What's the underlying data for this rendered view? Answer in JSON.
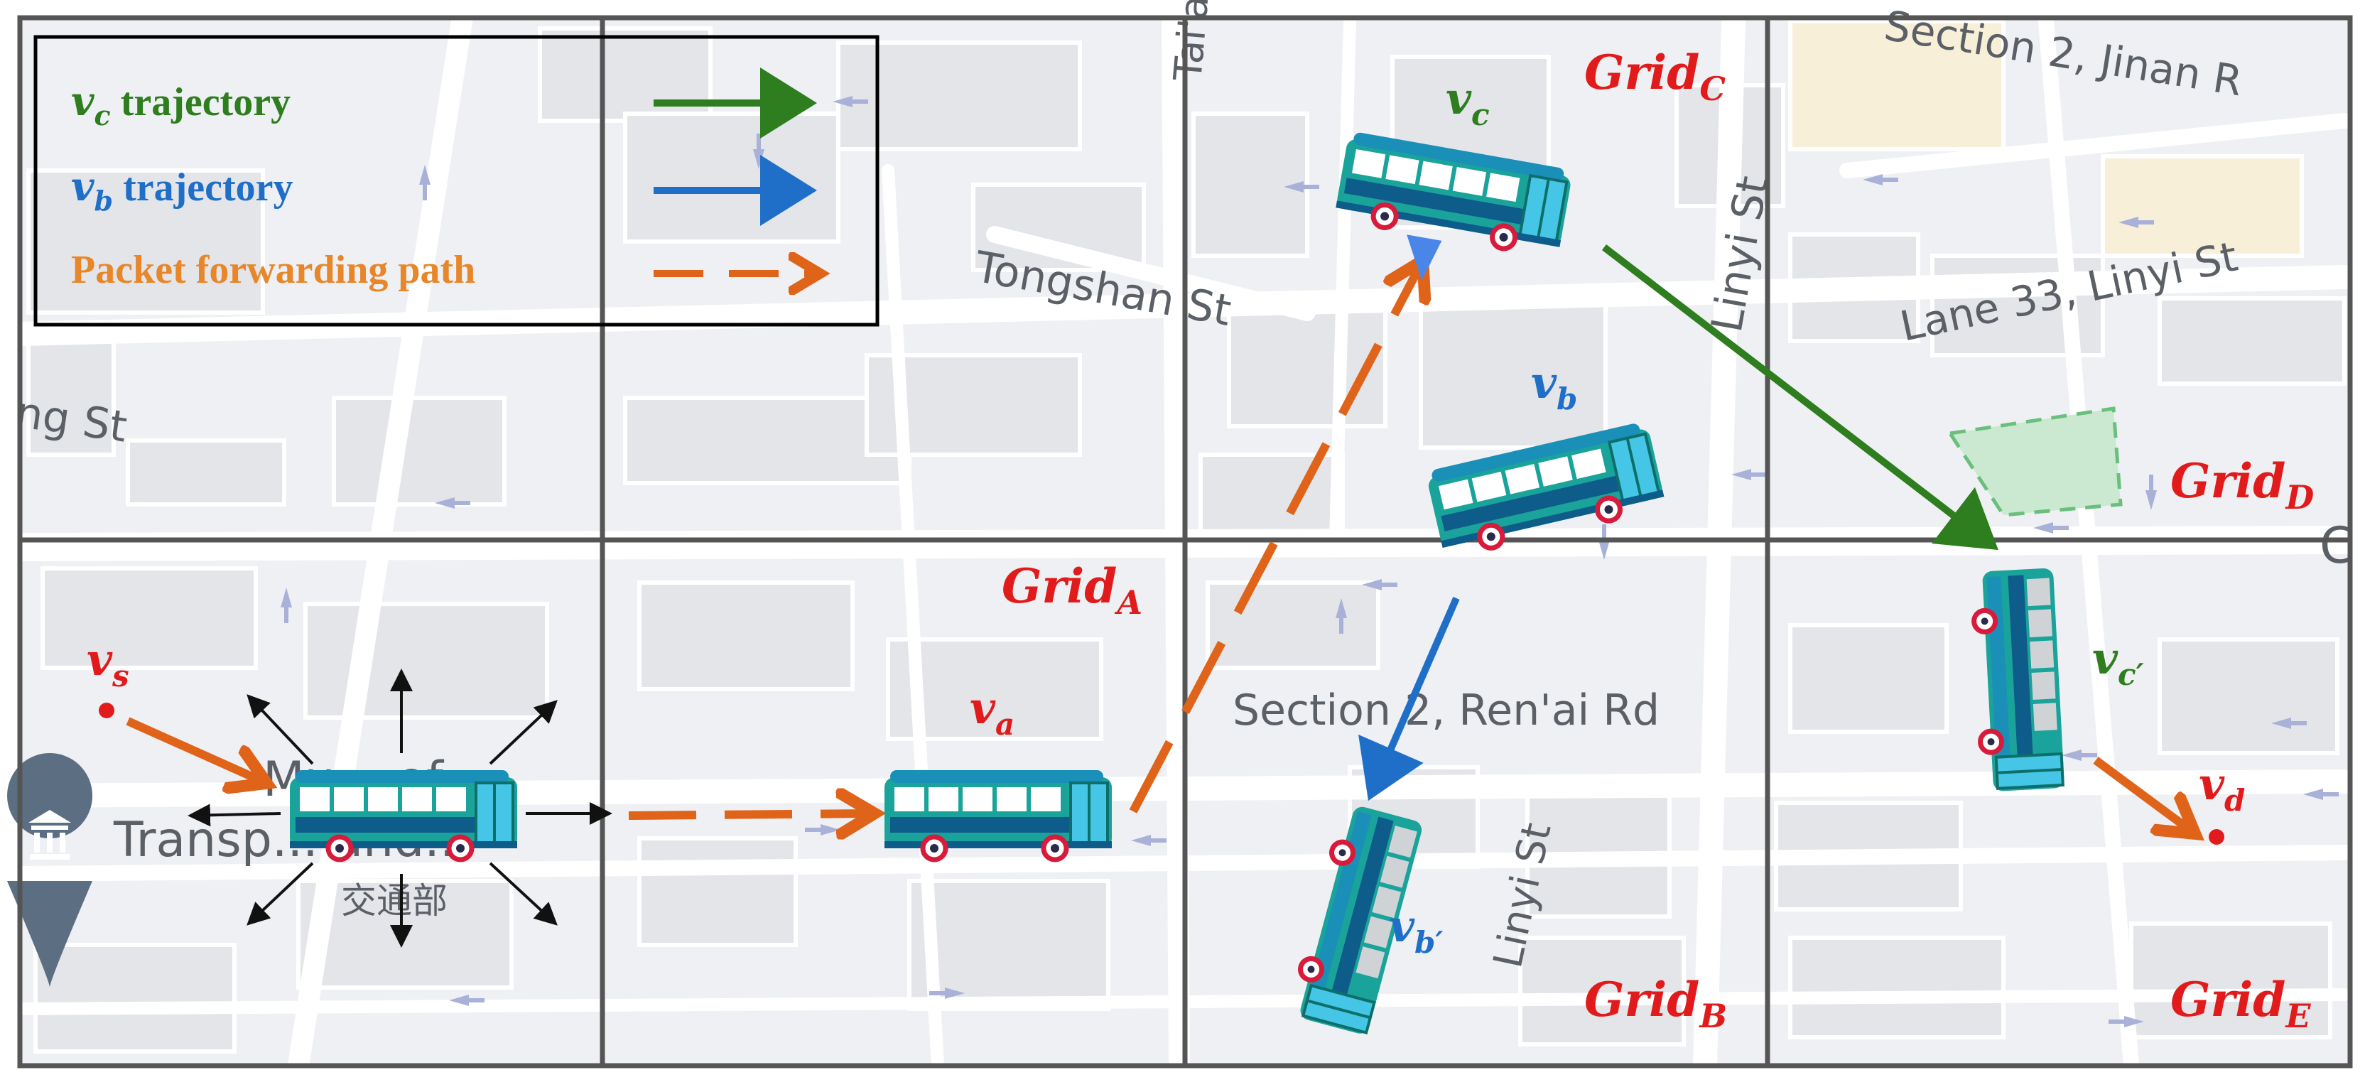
{
  "legend": {
    "vc_symbol": "v",
    "vc_sub": "c",
    "vc_text": "trajectory",
    "vb_symbol": "v",
    "vb_sub": "b",
    "vb_text": "trajectory",
    "packet_text": "Packet forwarding path"
  },
  "grids": {
    "prefix": "Grid",
    "a_sub": "A",
    "b_sub": "B",
    "c_sub": "C",
    "d_sub": "D",
    "e_sub": "E"
  },
  "vehicles": {
    "vs": {
      "sym": "v",
      "sub": "s"
    },
    "va": {
      "sym": "v",
      "sub": "a"
    },
    "vb": {
      "sym": "v",
      "sub": "b"
    },
    "vbp": {
      "sym": "v",
      "sub": "b′"
    },
    "vc": {
      "sym": "v",
      "sub": "c"
    },
    "vcp": {
      "sym": "v",
      "sub": "c′"
    },
    "vd": {
      "sym": "v",
      "sub": "d"
    }
  },
  "streets": {
    "tongshan": "Tongshan St",
    "linyi_top": "Linyi St",
    "linyi_bottom": "Linyi St",
    "lane33": "Lane 33, Linyi St",
    "jinan": "Section 2, Jinan R",
    "renai": "Section 2, Ren'ai Rd",
    "ng_st": "ng St",
    "tai": "Tai'a",
    "museum_line1": "Mu... of",
    "museum_line2": "Transp... and...",
    "museum_cjk": "交通部",
    "corner_c": "C"
  },
  "colors": {
    "grid_line": "#555555",
    "vc_green": "#2e7d1e",
    "vb_blue": "#1f6fc9",
    "packet_orange": "#e0631a",
    "grid_label_red": "#e11b1b",
    "map_bg": "#f1f2f4",
    "road": "#ffffff",
    "bus_body": "#1aa39a",
    "bus_dark": "#0e5c8a",
    "bus_light": "#45c6e6"
  },
  "icons": [
    "bus-icon",
    "museum-pin-icon",
    "broadcast-arrow-icon",
    "destination-dot-icon"
  ]
}
